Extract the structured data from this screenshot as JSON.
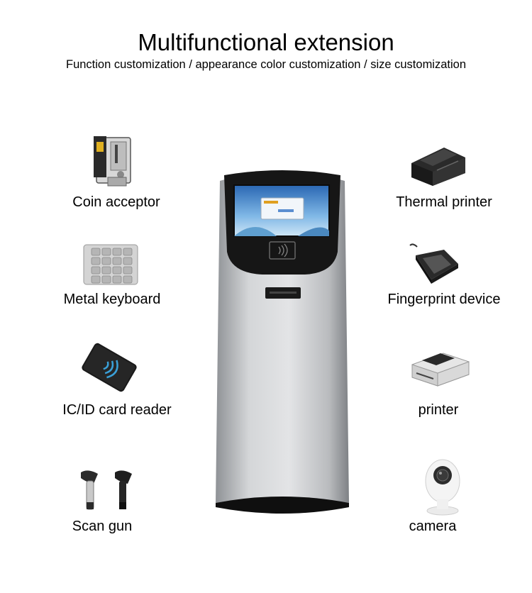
{
  "header": {
    "title": "Multifunctional extension",
    "subtitle": "Function customization / appearance color customization / size customization"
  },
  "features_left": [
    {
      "label": "Coin acceptor",
      "icon": "coin-acceptor-icon"
    },
    {
      "label": "Metal keyboard",
      "icon": "metal-keypad-icon"
    },
    {
      "label": "IC/ID card reader",
      "icon": "card-reader-icon"
    },
    {
      "label": "Scan gun",
      "icon": "barcode-scanner-icon"
    }
  ],
  "features_right": [
    {
      "label": "Thermal printer",
      "icon": "thermal-printer-icon"
    },
    {
      "label": "Fingerprint device",
      "icon": "fingerprint-scanner-icon"
    },
    {
      "label": "printer",
      "icon": "printer-icon"
    },
    {
      "label": "camera",
      "icon": "camera-icon"
    }
  ],
  "kiosk": {
    "icon": "self-service-kiosk-icon"
  },
  "colors": {
    "kiosk_body": "#c9cbcd",
    "kiosk_dark": "#151515",
    "screen_blue": "#2f6fb5"
  }
}
